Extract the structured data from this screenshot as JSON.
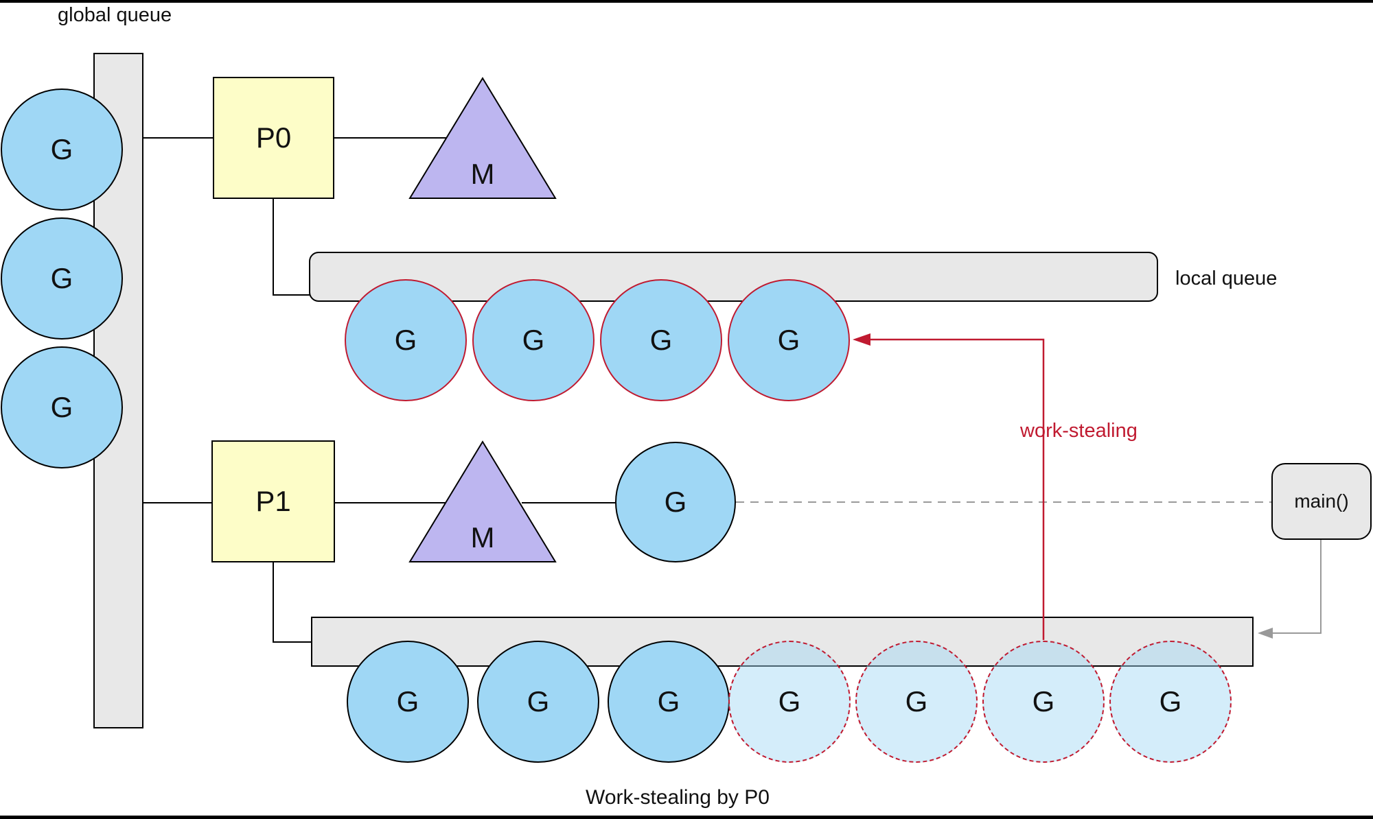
{
  "labels": {
    "global_queue": "global queue",
    "local_queue": "local queue",
    "work_stealing": "work-stealing",
    "caption": "Work-stealing by P0"
  },
  "global_queue": {
    "goroutines": [
      "G",
      "G",
      "G"
    ]
  },
  "p0_row": {
    "processor": "P0",
    "machine": "M",
    "local_queue_goroutines": [
      "G",
      "G",
      "G",
      "G"
    ]
  },
  "p1_row": {
    "processor": "P1",
    "machine": "M",
    "running_goroutine": "G",
    "local_queue_goroutines": [
      "G",
      "G",
      "G"
    ],
    "stolen_goroutines": [
      "G",
      "G",
      "G",
      "G"
    ],
    "main_label": "main()"
  },
  "colors": {
    "goroutine_fill": "#9fd7f5",
    "stolen_goroutine_fill": "rgba(159,215,245,0.45)",
    "processor_fill": "#fdfdc8",
    "machine_fill": "#bdb6f0",
    "queue_fill": "#e8e8e8",
    "steal_red": "#c01a30",
    "arrow_gray": "#999999",
    "line_black": "#000000"
  }
}
